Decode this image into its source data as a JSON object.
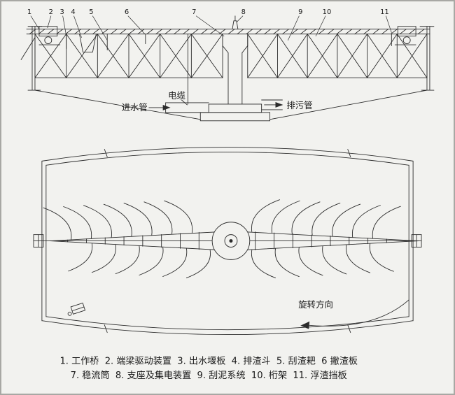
{
  "callouts": {
    "items": [
      "1",
      "2",
      "3",
      "4",
      "5",
      "6",
      "7",
      "8",
      "9",
      "10",
      "11"
    ]
  },
  "elevation": {
    "inlet_pipe_label": "进水管",
    "cable_label": "电缆",
    "drain_pipe_label": "排污管"
  },
  "plan": {
    "rotation_label": "旋转方向"
  },
  "legend": {
    "line1": "1. 工作桥  2. 端梁驱动装置  3. 出水堰板  4. 排渣斗  5. 刮渣耙  6 撇渣板",
    "line2": "7. 稳流筒  8. 支座及集电装置  9. 刮泥系统  10. 桁架  11. 浮渣挡板"
  },
  "colors": {
    "line": "#2b2b2b",
    "background": "#f2f2ef"
  }
}
